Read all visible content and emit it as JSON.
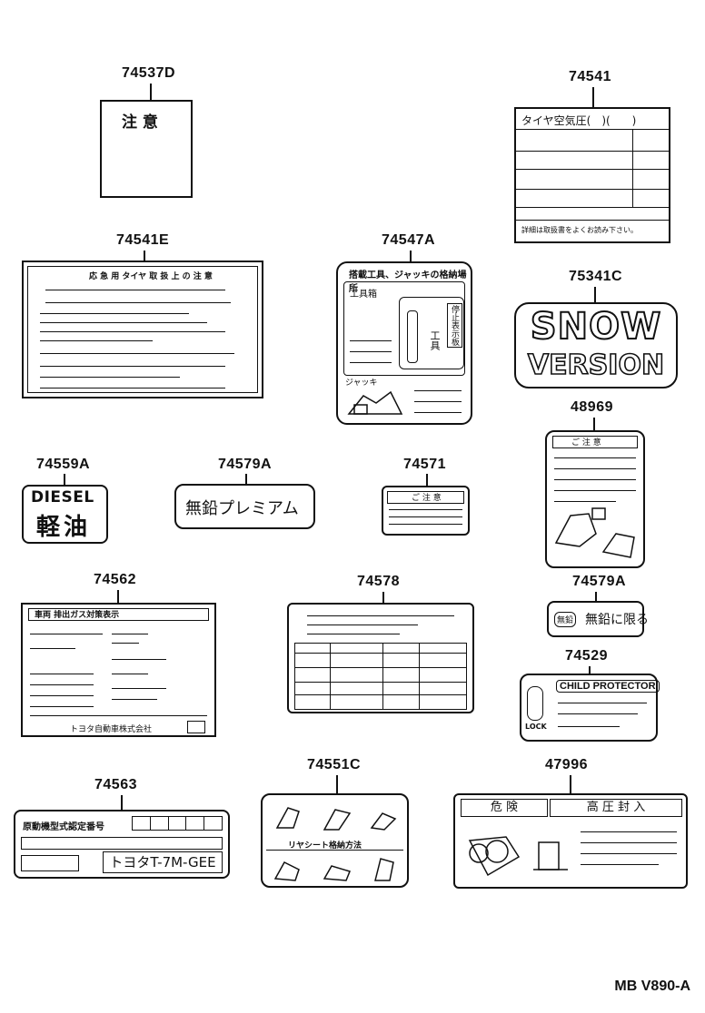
{
  "parts": [
    {
      "id": "p74537D",
      "number": "74537D"
    },
    {
      "id": "p74541",
      "number": "74541"
    },
    {
      "id": "p74541E",
      "number": "74541E"
    },
    {
      "id": "p74547A",
      "number": "74547A"
    },
    {
      "id": "p75341C",
      "number": "75341C"
    },
    {
      "id": "p48969",
      "number": "48969"
    },
    {
      "id": "p74559A",
      "number": "74559A"
    },
    {
      "id": "p74579A_1",
      "number": "74579A"
    },
    {
      "id": "p74571",
      "number": "74571"
    },
    {
      "id": "p74562",
      "number": "74562"
    },
    {
      "id": "p74578",
      "number": "74578"
    },
    {
      "id": "p74579A_2",
      "number": "74579A"
    },
    {
      "id": "p74529",
      "number": "74529"
    },
    {
      "id": "p74563",
      "number": "74563"
    },
    {
      "id": "p74551C",
      "number": "74551C"
    },
    {
      "id": "p47996",
      "number": "47996"
    }
  ],
  "labels": {
    "caution_title": "注 意",
    "tire_pressure_header": "タイヤ空気圧(　)(　　)",
    "tire_pressure_footer": "詳細は取扱書をよくお読み下さい。",
    "spare_tire_title": "応 急 用 タイヤ 取 扱 上 の 注 意",
    "tool_title": "搭載工具、ジャッキの格納場所",
    "tool_box": "工具箱",
    "tool_1": "工具",
    "tool_2": "停止表示板",
    "jack": "ジャッキ",
    "snow_line1": "SNOW",
    "snow_line2": "VERSION",
    "notice_48969": "ご 注 意",
    "diesel_en": "DIESEL",
    "diesel_jp": "軽油",
    "premium_unleaded": "無鉛プレミアム",
    "notice_74571": "ご 注 意",
    "emission_label": "車両 排出ガス対策表示",
    "maker": "トヨタ自動車株式会社",
    "unleaded_short": "無鉛",
    "unleaded_limited": "無鉛に限る",
    "child_protector": "CHILD PROTECTOR",
    "lock": "LOCK",
    "cert_title": "原動機型式認定番号",
    "engine_code": "トヨタT-7M-GEE",
    "rear_seat": "リヤシート格納方法",
    "danger": "危 険",
    "high_pressure": "高 圧 封 入"
  },
  "footer_code": "MB V890-A"
}
